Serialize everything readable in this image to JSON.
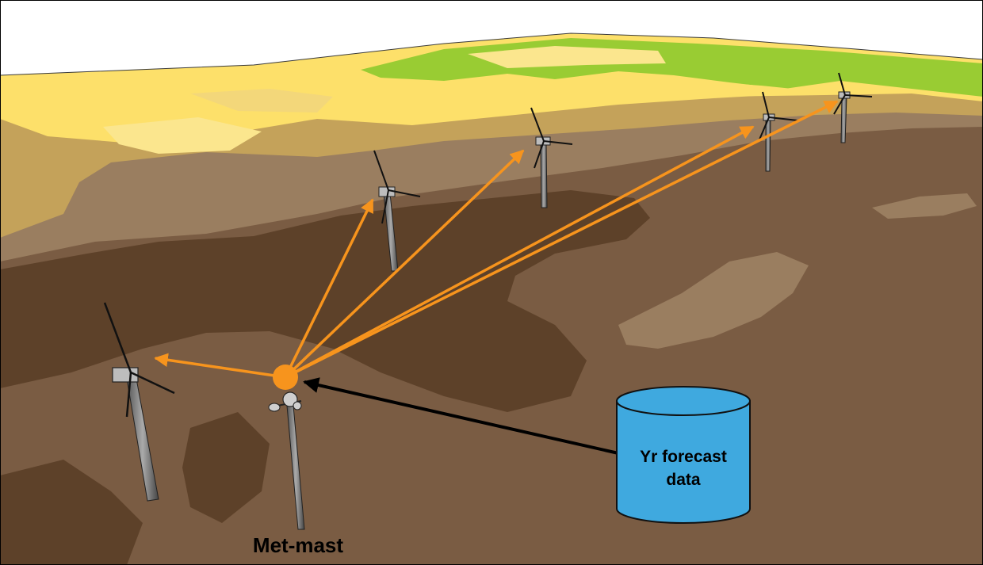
{
  "labels": {
    "met_mast": "Met-mast",
    "forecast_line1": "Yr forecast",
    "forecast_line2": "data"
  },
  "colors": {
    "arrow_orange": "#f7941d",
    "arrow_black": "#000000",
    "cylinder_blue": "#3fa9df",
    "terrain_green": "#99cc33",
    "terrain_yellow": "#fde06a",
    "terrain_tan": "#c4a25a",
    "terrain_brown": "#7a5c43",
    "terrain_dark": "#5d4129",
    "terrain_light": "#9a7e60"
  },
  "elements": {
    "turbine_count": 5,
    "met_mast_count": 1,
    "database_count": 1
  }
}
